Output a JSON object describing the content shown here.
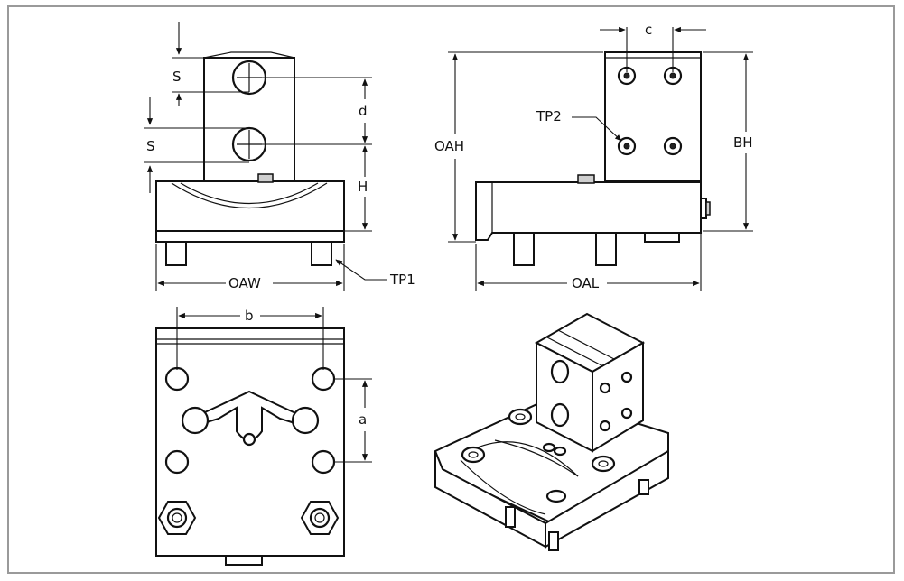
{
  "drawing": {
    "labels": {
      "s_top": "S",
      "s_mid": "S",
      "d": "d",
      "h": "H",
      "oaw": "OAW",
      "tp1": "TP1",
      "c": "c",
      "tp2": "TP2",
      "oah": "OAH",
      "bh": "BH",
      "oal": "OAL",
      "b": "b",
      "a": "a"
    },
    "colors": {
      "line": "#111111",
      "frame": "#9a9a9a",
      "shade": "#cfcfcf"
    }
  }
}
